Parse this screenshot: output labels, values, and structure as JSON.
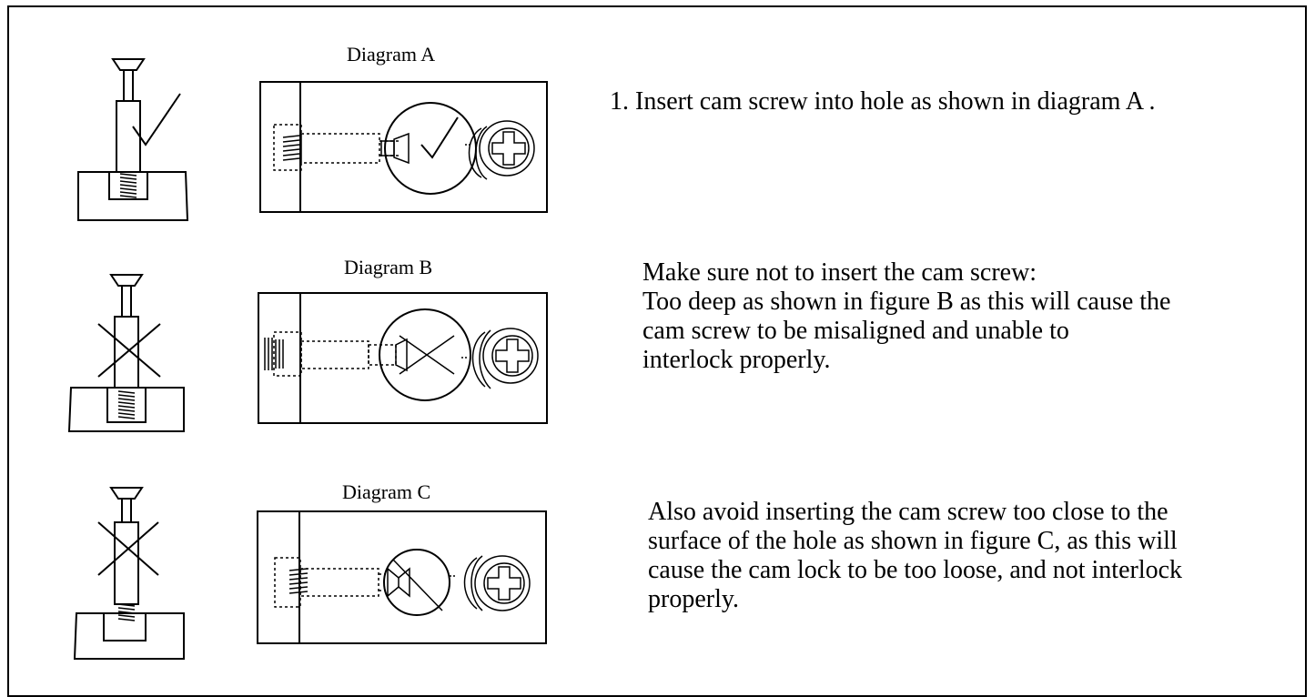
{
  "rows": [
    {
      "caption": "Diagram A",
      "status": "correct",
      "lines": [
        "1. Insert cam screw into hole as shown in diagram A ."
      ]
    },
    {
      "caption": "Diagram B",
      "status": "incorrect",
      "lines": [
        "Make sure not to insert the cam screw:",
        "Too deep as shown in figure B as this will cause the",
        "cam screw to be misaligned and unable to",
        "interlock properly."
      ]
    },
    {
      "caption": "Diagram C",
      "status": "incorrect",
      "lines": [
        "Also avoid inserting the cam screw too close to the",
        "surface of the hole as shown in figure C, as this will",
        "cause the cam lock to be too loose, and not interlock",
        "properly."
      ]
    }
  ]
}
